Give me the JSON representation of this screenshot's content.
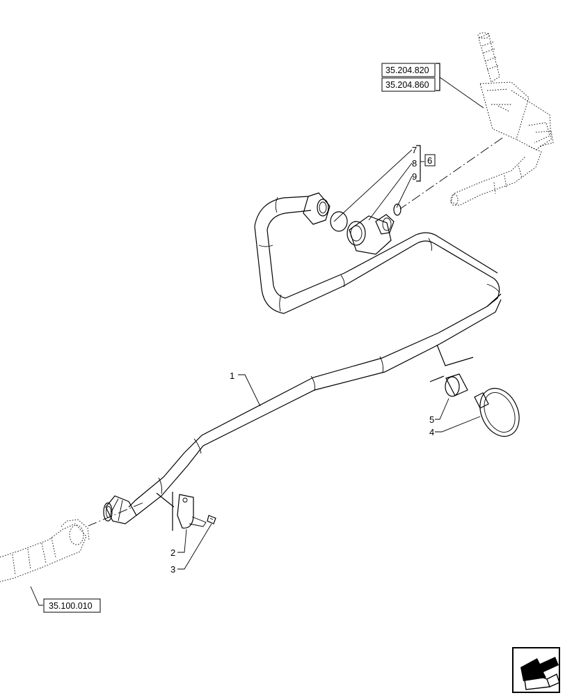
{
  "item_numbers": {
    "n1": "1",
    "n2": "2",
    "n3": "3",
    "n4": "4",
    "n5": "5",
    "n6": "6",
    "n7": "7",
    "n8": "8",
    "n9": "9"
  },
  "references": {
    "ref_top_1": "35.204.820",
    "ref_top_2": "35.204.860",
    "ref_bottom": "35.100.010"
  },
  "icons": {
    "nav": "previous-page-arrow-icon"
  }
}
